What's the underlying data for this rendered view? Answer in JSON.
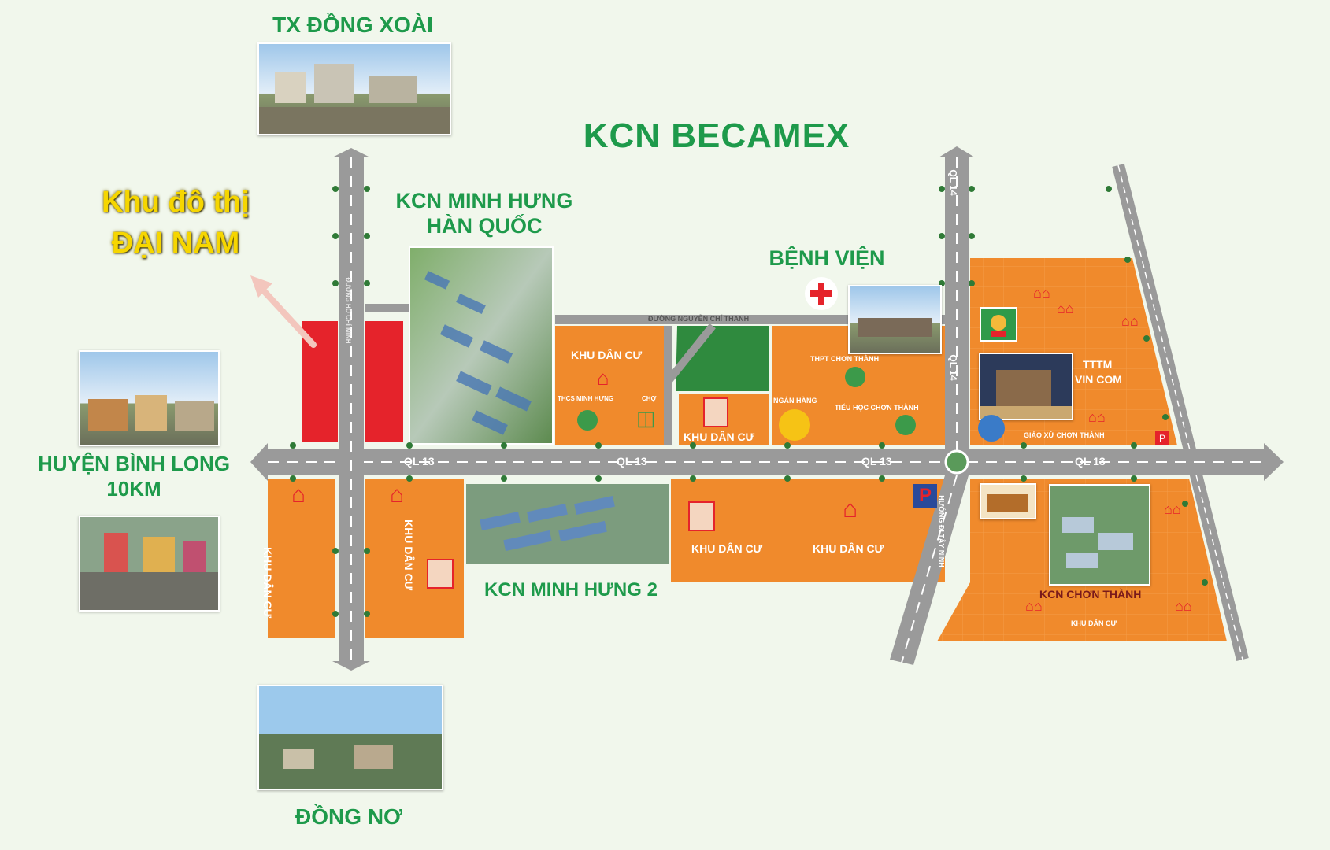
{
  "places": {
    "dong_xoai": "TX ĐỒNG XOÀI",
    "becamex": "KCN BECAMEX",
    "dai_nam_line1": "Khu đô thị",
    "dai_nam_line2": "ĐẠI NAM",
    "minh_hung_hq_line1": "KCN MINH HƯNG",
    "minh_hung_hq_line2": "HÀN QUỐC",
    "benh_vien": "BỆNH VIỆN",
    "binh_long_line1": "HUYỆN BÌNH LONG",
    "binh_long_line2": "10KM",
    "minh_hung_2": "KCN MINH HƯNG 2",
    "dong_no": "ĐỒNG NƠ"
  },
  "roads": {
    "ql13": "QL 13",
    "ql14": "QL 14",
    "nguyen_chi_thanh": "ĐƯỜNG NGUYỄN CHÍ THANH",
    "huong_tay_ninh": "HƯỚNG ĐI TÂY NINH",
    "ho_chi_minh": "ĐƯỜNG HỒ CHÍ MINH"
  },
  "zones": {
    "khu_dan_cu": "KHU DÂN CƯ",
    "khu_dan_cu_small": "KHU DÂN CƯ",
    "thcs": "THCS MINH HƯNG",
    "cho": "CHỢ",
    "thpt": "THPT CHƠN THÀNH",
    "ngan_hang": "NGÂN HÀNG",
    "tieu_hoc": "TIỂU HỌC CHƠN THÀNH",
    "tttm_line1": "TTTM",
    "tttm_line2": "VIN COM",
    "giao_xu": "GIÁO XỨ CHƠN THÀNH",
    "kcn_chon_thanh": "KCN CHƠN THÀNH"
  },
  "colors": {
    "background": "#f1f7ec",
    "zone": "#f08a2c",
    "industrial_red": "#e5232b",
    "park_green": "#2f8a3e",
    "road": "#9a9a9a",
    "label_green": "#1e9a4b",
    "icon_red": "#e5232b"
  }
}
